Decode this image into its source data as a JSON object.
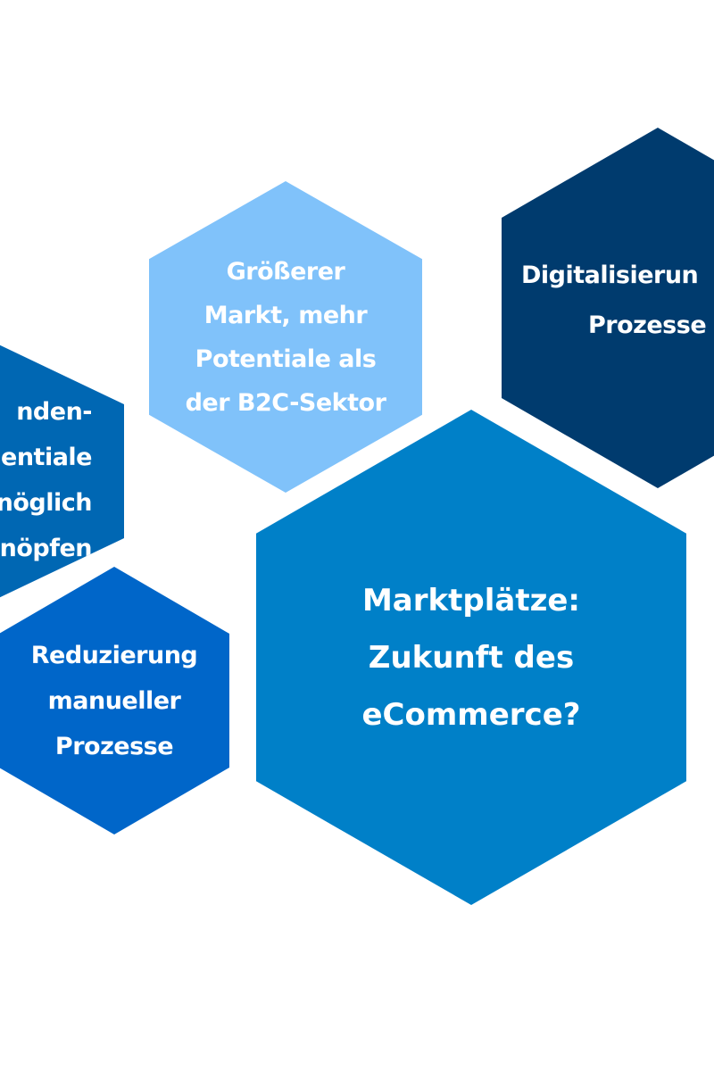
{
  "diagram": {
    "nodes": [
      {
        "id": "kunden",
        "lines": [
          "nden-",
          "entiale",
          "nöglich",
          "nöpfen"
        ],
        "color": "#0067b3"
      },
      {
        "id": "markt",
        "lines": [
          "Größerer",
          "Markt, mehr",
          "Potentiale als",
          "der B2C-Sektor"
        ],
        "color": "#80c2fa"
      },
      {
        "id": "digital",
        "lines": [
          "Digitalisierun",
          "Prozesse"
        ],
        "color": "#003b6e"
      },
      {
        "id": "reduz",
        "lines": [
          "Reduzierung",
          "manueller",
          "Prozesse"
        ],
        "color": "#0066c9"
      },
      {
        "id": "center",
        "lines": [
          "Marktplätze:",
          "Zukunft des",
          "eCommerce?"
        ],
        "color": "#0080c8"
      }
    ]
  }
}
